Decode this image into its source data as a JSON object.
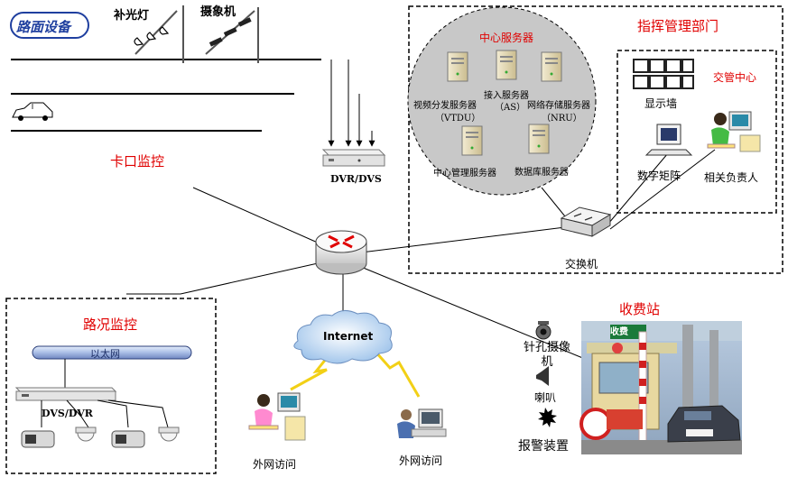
{
  "road_equipment": {
    "title": "路面设备",
    "fill_light_label": "补光灯",
    "camera_label": "摄象机"
  },
  "checkpoint": {
    "label": "卡口监控",
    "dvr_label": "DVR/DVS"
  },
  "command_center": {
    "title": "指挥管理部门",
    "server_cluster": {
      "title": "中心服务器",
      "servers": [
        {
          "line1": "视频分发服务器",
          "line2": "（VTDU）"
        },
        {
          "line1": "接入服务器",
          "line2": "（AS）"
        },
        {
          "line1": "网络存储服务器",
          "line2": "（NRU）"
        },
        {
          "line1": "中心管理服务器",
          "line2": ""
        },
        {
          "line1": "数据库服务器",
          "line2": ""
        }
      ]
    },
    "traffic_center": {
      "title": "交管中心",
      "display_wall": "显示墙",
      "digital_matrix": "数字矩阵",
      "person_in_charge": "相关负责人"
    },
    "switch_label": "交换机"
  },
  "road_monitoring": {
    "title": "路况监控",
    "ethernet_label": "以太网",
    "dvs_label": "DVS/DVR"
  },
  "internet": {
    "label": "Internet",
    "remote_access_left": "外网访问",
    "remote_access_right": "外网访问"
  },
  "toll_station": {
    "title": "收费站",
    "pinhole_camera": "针孔摄像机",
    "speaker": "喇叭",
    "alarm_device": "报警装置",
    "booth_sign": "收费"
  },
  "colors": {
    "accent_red": "#e00000",
    "server_bg": "#c8c8c8",
    "road_title": "#1f3f9f",
    "internet_cloud": "#bcd6f2"
  }
}
